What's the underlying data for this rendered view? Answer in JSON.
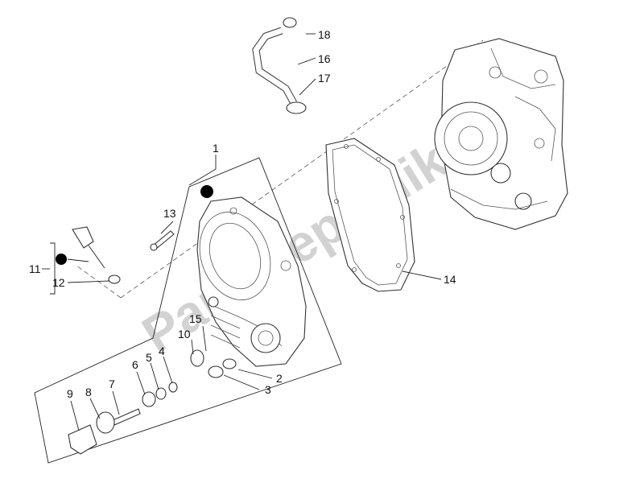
{
  "watermark": "PartsRepublik",
  "callouts": {
    "c1": "1",
    "c2": "2",
    "c3": "3",
    "c4": "4",
    "c5": "5",
    "c6": "6",
    "c7": "7",
    "c8": "8",
    "c9": "9",
    "c10": "10",
    "c11": "11",
    "c12": "12",
    "c13": "13",
    "c14": "14",
    "c15": "15",
    "c16": "16",
    "c17": "17",
    "c18": "18"
  },
  "colors": {
    "line": "#222222",
    "watermark": "#d2d2d2",
    "marker": "#000000"
  }
}
